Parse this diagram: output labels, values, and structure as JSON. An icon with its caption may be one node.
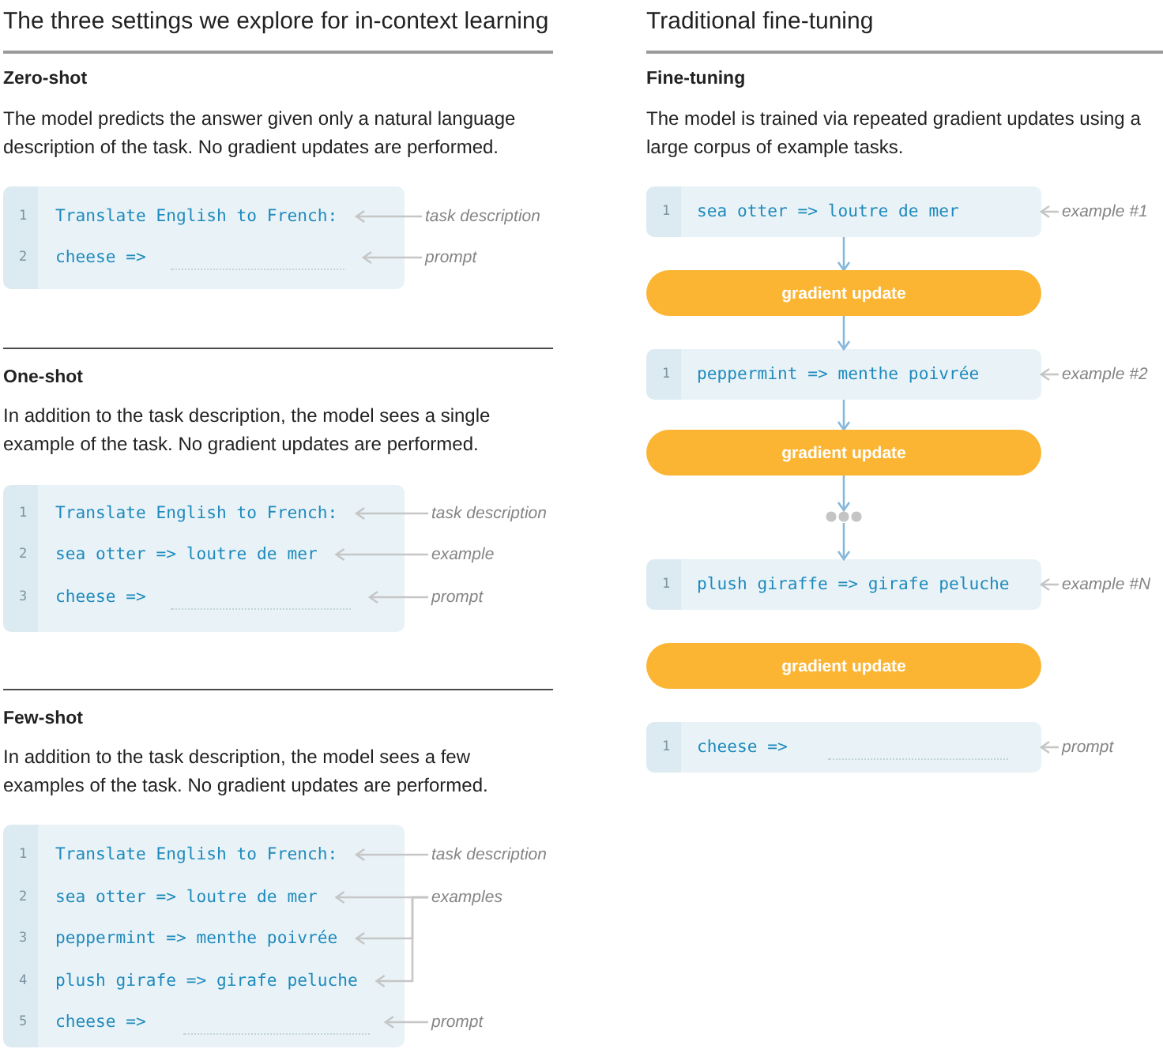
{
  "diagram": {
    "nodes": [
      {
        "text": [],
        "shape": "box"
      },
      {
        "text": [
          "1",
          "Translate English to French:"
        ],
        "in": 0
      },
      {
        "text": [
          "2",
          "cheese =>"
        ],
        "in": 0
      },
      {
        "text": [
          "task description"
        ]
      },
      {
        "text": [
          "prompt"
        ]
      },
      {
        "text": [],
        "shape": "box"
      },
      {
        "text": [
          "1",
          "Translate English to French:"
        ],
        "in": 5
      },
      {
        "text": [
          "2",
          "sea otter => loutre de mer"
        ],
        "in": 5
      },
      {
        "text": [
          "3",
          "cheese =>"
        ],
        "in": 5
      },
      {
        "text": [
          "task description"
        ]
      },
      {
        "text": [
          "example"
        ]
      },
      {
        "text": [
          "prompt"
        ]
      },
      {
        "text": [],
        "shape": "box"
      },
      {
        "text": [
          "1",
          "Translate English to French:"
        ],
        "in": 12
      },
      {
        "text": [
          "2",
          "sea otter => loutre de mer"
        ],
        "in": 12
      },
      {
        "text": [
          "3",
          "peppermint => menthe poivrée"
        ],
        "in": 12
      },
      {
        "text": [
          "4",
          "plush girafe => girafe peluche"
        ],
        "in": 12
      },
      {
        "text": [
          "5",
          "cheese =>"
        ],
        "in": 12
      },
      {
        "text": [
          "task description"
        ]
      },
      {
        "text": [
          "examples"
        ]
      },
      {
        "text": [
          "prompt"
        ]
      },
      {
        "text": [
          "1",
          "sea otter => loutre de mer"
        ]
      },
      {
        "text": [
          "example #1"
        ]
      },
      {
        "text": [
          "gradient update"
        ]
      },
      {
        "text": [
          "1",
          "peppermint => menthe poivrée"
        ]
      },
      {
        "text": [
          "example #2"
        ]
      },
      {
        "text": [
          "gradient update"
        ]
      },
      {
        "text": [],
        "shape": "dots"
      },
      {
        "text": [
          "1",
          "plush giraffe => girafe peluche"
        ]
      },
      {
        "text": [
          "example #N"
        ]
      },
      {
        "text": [
          "gradient update"
        ]
      },
      {
        "text": [
          "1",
          "cheese =>"
        ]
      },
      {
        "text": [
          "prompt"
        ]
      }
    ],
    "edges": [
      {
        "from": 3,
        "to": 1,
        "arrow": "to"
      },
      {
        "from": 4,
        "to": 2,
        "arrow": "to"
      },
      {
        "from": 9,
        "to": 6,
        "arrow": "to"
      },
      {
        "from": 10,
        "to": 7,
        "arrow": "to"
      },
      {
        "from": 11,
        "to": 8,
        "arrow": "to"
      },
      {
        "from": 18,
        "to": 13,
        "arrow": "to"
      },
      {
        "from": 19,
        "to": 14,
        "arrow": "to"
      },
      {
        "from": 19,
        "to": 15,
        "arrow": "to"
      },
      {
        "from": 19,
        "to": 16,
        "arrow": "to"
      },
      {
        "from": 20,
        "to": 17,
        "arrow": "to"
      },
      {
        "from": 21,
        "to": 23,
        "arrow": "to",
        "color": "#86b8dc"
      },
      {
        "from": 22,
        "to": 21,
        "arrow": "to"
      },
      {
        "from": 23,
        "to": 24,
        "arrow": "to",
        "color": "#86b8dc"
      },
      {
        "from": 25,
        "to": 24,
        "arrow": "to"
      },
      {
        "from": 24,
        "to": 26,
        "arrow": "to",
        "color": "#86b8dc"
      },
      {
        "from": 26,
        "to": 27,
        "arrow": "to",
        "color": "#86b8dc"
      },
      {
        "from": 27,
        "to": 28,
        "arrow": "to",
        "color": "#86b8dc"
      },
      {
        "from": 29,
        "to": 28,
        "arrow": "to"
      },
      {
        "from": 32,
        "to": 31,
        "arrow": "to"
      }
    ],
    "labels": [
      "The three settings we explore for in-context learning",
      "Zero-shot",
      "The model predicts the answer given only a natural language description of the task. No gradient updates are performed.",
      "One-shot",
      "In addition to the task description, the model sees a single example of the task. No gradient updates are performed.",
      "Few-shot",
      "In addition to the task description, the model sees a few examples of the task. No gradient updates are performed.",
      "Traditional fine-tuning",
      "Fine-tuning",
      "The model is trained via repeated gradient updates using a large corpus of example tasks."
    ]
  }
}
